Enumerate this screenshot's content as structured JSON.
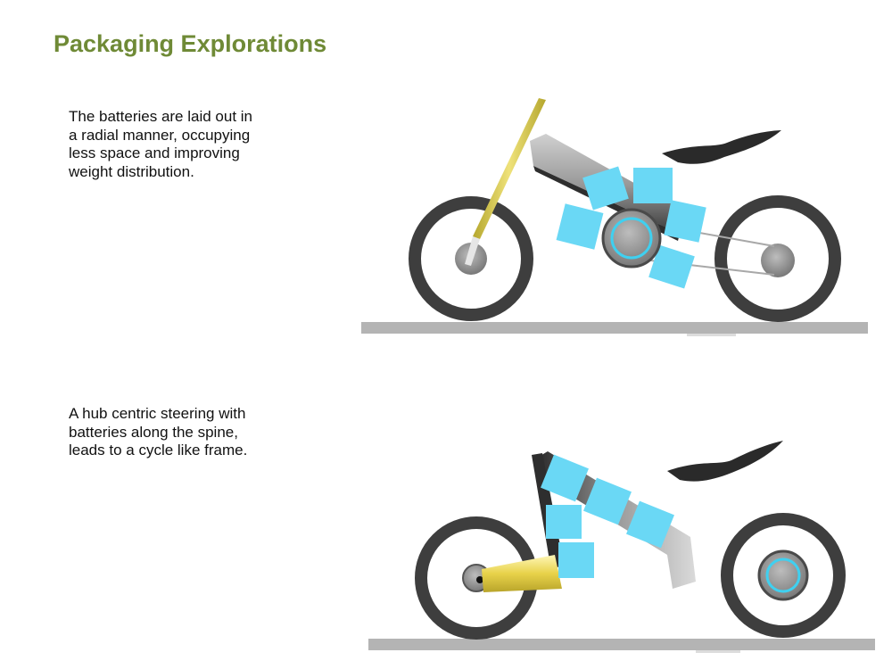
{
  "page": {
    "title": "Packaging Explorations"
  },
  "concepts": [
    {
      "lines": [
        "The batteries are laid out in",
        "a radial manner, occupying",
        "less space and improving",
        "weight distribution."
      ]
    },
    {
      "lines": [
        "A hub centric steering with",
        "batteries along the spine,",
        "leads to a cycle like frame."
      ]
    }
  ],
  "colors": {
    "title": "#6f8a36",
    "battery": "#6ad8f5",
    "tire": "#3c3c3c",
    "frame": "#4a4a4a",
    "fork": "#d8c94a",
    "ground": "#b4b4b4",
    "hub_ring": "#3fd0f0"
  }
}
